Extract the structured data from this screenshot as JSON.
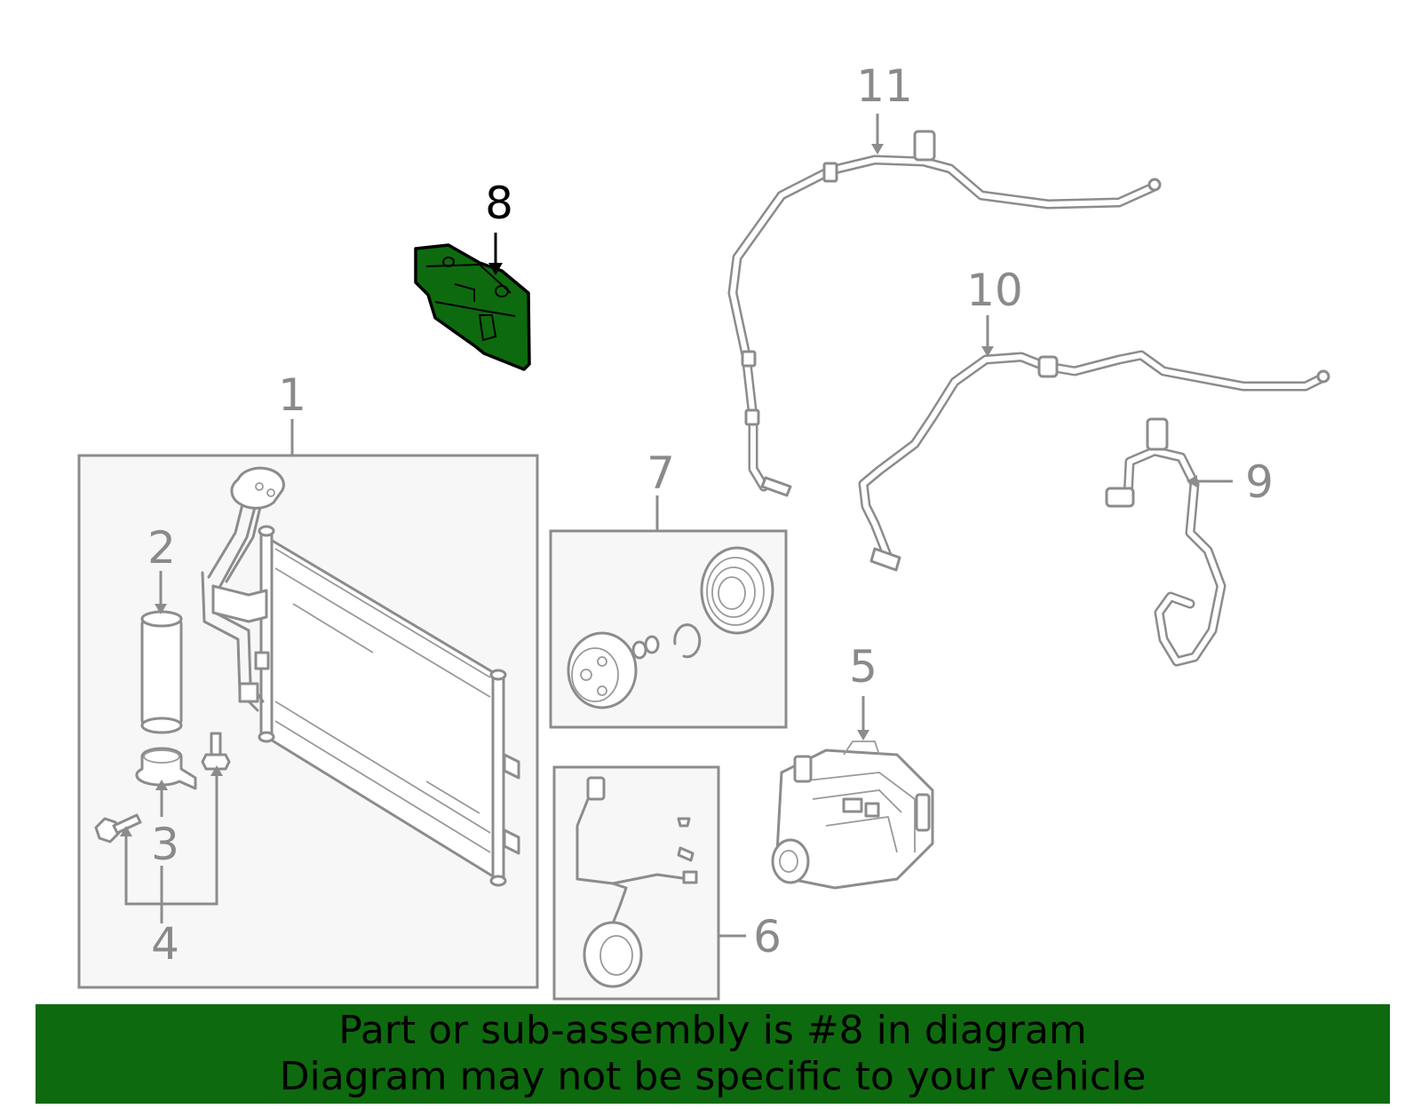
{
  "diagram": {
    "callouts": [
      {
        "id": "1",
        "label": "1"
      },
      {
        "id": "2",
        "label": "2"
      },
      {
        "id": "3",
        "label": "3"
      },
      {
        "id": "4",
        "label": "4"
      },
      {
        "id": "5",
        "label": "5"
      },
      {
        "id": "6",
        "label": "6"
      },
      {
        "id": "7",
        "label": "7"
      },
      {
        "id": "8",
        "label": "8"
      },
      {
        "id": "9",
        "label": "9"
      },
      {
        "id": "10",
        "label": "10"
      },
      {
        "id": "11",
        "label": "11"
      }
    ],
    "highlighted_part": "8",
    "colors": {
      "highlight_fill": "#0e6a0e",
      "part_stroke": "#8c8c8c",
      "box_fill": "#f7f7f7",
      "banner_bg": "#0e6a0e",
      "banner_text": "#000000"
    }
  },
  "banner": {
    "line1": "Part or sub-assembly is #8 in diagram",
    "line2": "Diagram may not be specific to your vehicle"
  }
}
